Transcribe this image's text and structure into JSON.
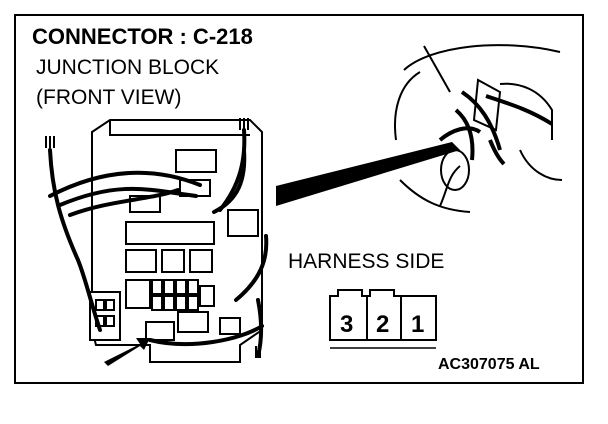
{
  "title": "CONNECTOR : C-218",
  "subtitle_line1": "JUNCTION BLOCK",
  "subtitle_line2": "(FRONT VIEW)",
  "harness_label": "HARNESS SIDE",
  "pins": [
    "3",
    "2",
    "1"
  ],
  "reference_code": "AC307075 AL"
}
